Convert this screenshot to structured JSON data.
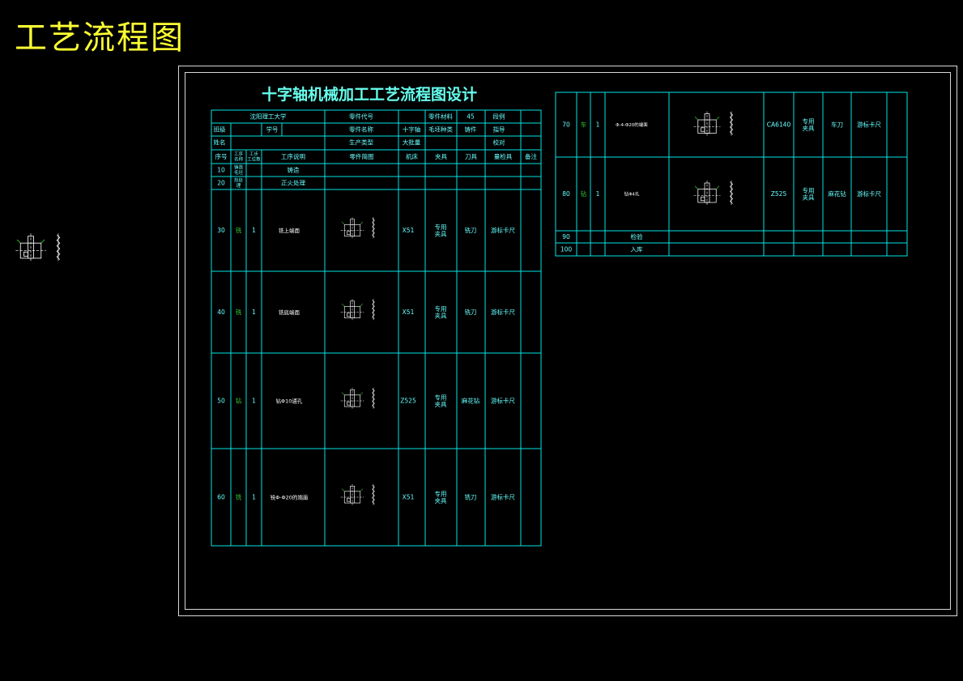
{
  "page_title": "工艺流程图",
  "sheet_title": "十字轴机械加工工艺流程图设计",
  "colors": {
    "grid": "#00e5e5",
    "label": "#66ffff",
    "white": "#ffffff",
    "green": "#33cc33",
    "yellow": "#ffff33"
  },
  "header": {
    "school": "沈阳理工大学",
    "part_code_label": "零件代号",
    "material_label": "零件材料",
    "material_value": "45",
    "page_label": "段例",
    "class_label": "班级",
    "student_no_label": "学号",
    "part_name_label": "零件名称",
    "part_name_value": "十字轴",
    "blank_type_label": "毛坯种类",
    "blank_type_value": "铸件",
    "designer_label": "指导",
    "name_label": "姓名",
    "production_label": "生产类型",
    "production_value": "大批量",
    "review_label": "校对"
  },
  "columns": {
    "seq": "序号",
    "op_name": "工序\n名称",
    "step": "工步\n工位数",
    "content": "工序说明",
    "sketch": "零件简图",
    "machine": "机床",
    "fixture": "夹具",
    "tool": "刀具",
    "gauge": "量检具",
    "remark": "备注"
  },
  "rows": [
    {
      "seq": "10",
      "op": "铸造\n毛坯",
      "step": "",
      "content": "铸造",
      "machine": "",
      "fixture": "",
      "tool": "",
      "gauge": ""
    },
    {
      "seq": "20",
      "op": "热处\n理",
      "step": "",
      "content": "正火处理",
      "machine": "",
      "fixture": "",
      "tool": "",
      "gauge": ""
    },
    {
      "seq": "30",
      "op": "铣",
      "step": "1",
      "content": "铣上端面",
      "machine": "X51",
      "fixture": "专用\n夹具",
      "tool": "铣刀",
      "gauge": "游标卡尺"
    },
    {
      "seq": "40",
      "op": "铣",
      "step": "1",
      "content": "铣底端面",
      "machine": "X51",
      "fixture": "专用\n夹具",
      "tool": "铣刀",
      "gauge": "游标卡尺"
    },
    {
      "seq": "50",
      "op": "钻",
      "step": "1",
      "content": "钻Φ10通孔",
      "machine": "Z525",
      "fixture": "专用\n夹具",
      "tool": "麻花钻",
      "gauge": "游标卡尺"
    },
    {
      "seq": "60",
      "op": "铣",
      "step": "1",
      "content": "铣Φ-Φ20的端面",
      "machine": "X51",
      "fixture": "专用\n夹具",
      "tool": "铣刀",
      "gauge": "游标卡尺"
    },
    {
      "seq": "70",
      "op": "车",
      "step": "1",
      "content": "Φ-4-Φ20的端面",
      "machine": "CA6140",
      "fixture": "专用\n夹具",
      "tool": "车刀",
      "gauge": "游标卡尺"
    },
    {
      "seq": "80",
      "op": "钻",
      "step": "1",
      "content": "钻Φ4孔",
      "machine": "Z525",
      "fixture": "专用\n夹具",
      "tool": "麻花钻",
      "gauge": "游标卡尺"
    },
    {
      "seq": "90",
      "op": "",
      "step": "",
      "content": "检验",
      "machine": "",
      "fixture": "",
      "tool": "",
      "gauge": ""
    },
    {
      "seq": "100",
      "op": "",
      "step": "",
      "content": "入库",
      "machine": "",
      "fixture": "",
      "tool": "",
      "gauge": ""
    }
  ]
}
